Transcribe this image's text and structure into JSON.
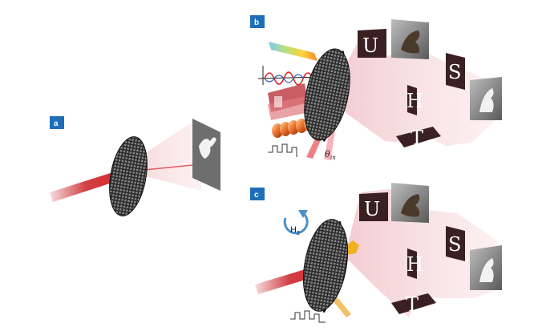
{
  "panels": {
    "a": {
      "label": "a"
    },
    "b": {
      "label": "b",
      "letters": [
        "U",
        "S",
        "H",
        "T"
      ],
      "angle_symbol": "θ",
      "angle_subscript": "in"
    },
    "c": {
      "label": "c",
      "letters": [
        "U",
        "S",
        "H",
        "T"
      ],
      "gas_symbol": "H",
      "gas_subscript": "2"
    }
  },
  "colors": {
    "badge": "#1d6fb8",
    "laser": "#c81e23",
    "metasurface": "#2b2b2b",
    "beam": "#f3c0c6"
  },
  "icons": [
    "dove-image",
    "eagle-image",
    "heater-coil-icon",
    "electrode-icon",
    "spectrum-beam-icon",
    "waveform-icon"
  ]
}
